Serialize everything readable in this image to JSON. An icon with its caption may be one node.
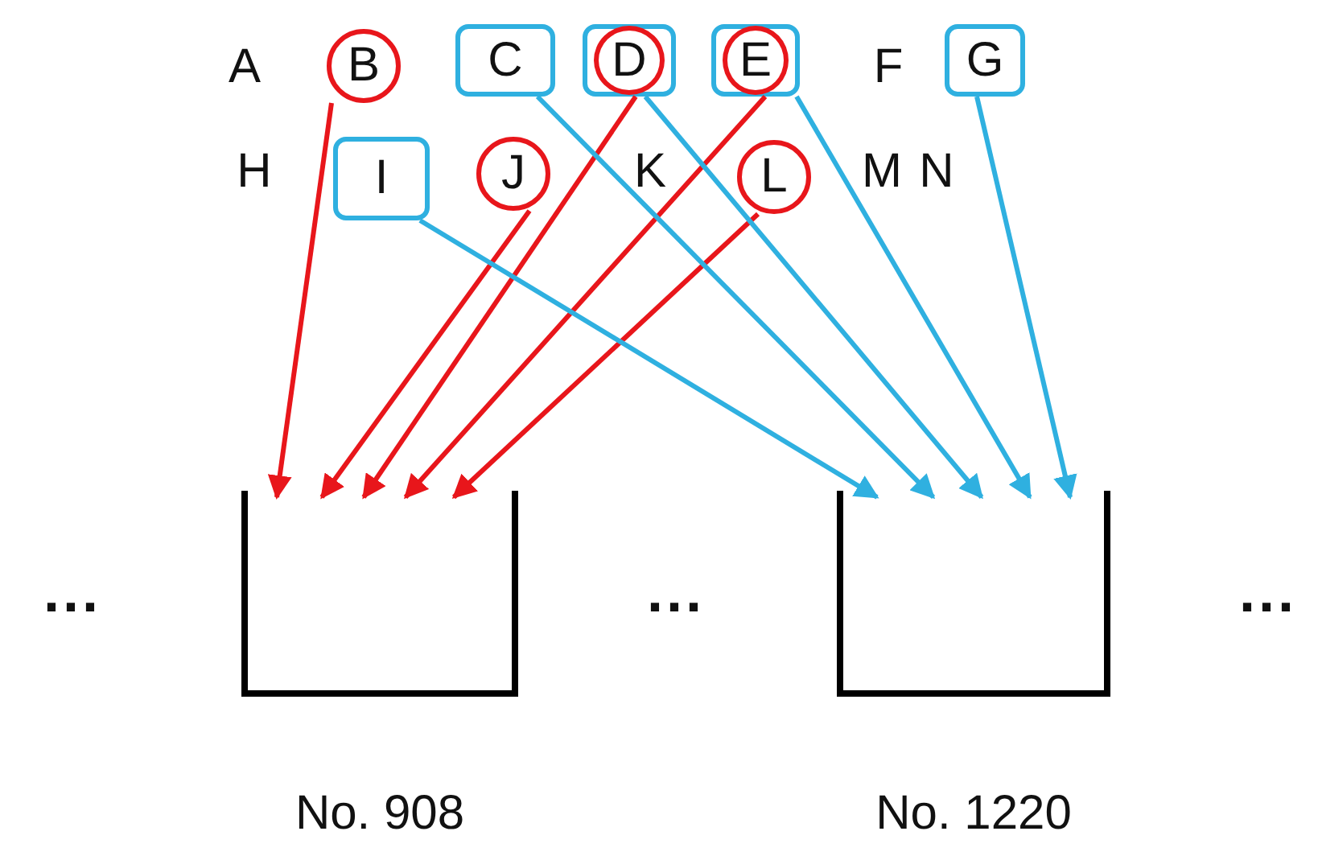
{
  "diagram": {
    "nodes": [
      {
        "text": [
          "B"
        ]
      },
      {
        "text": [
          "C"
        ]
      },
      {
        "text": [
          "D"
        ]
      },
      {
        "text": [
          "E"
        ]
      },
      {
        "text": [
          "G"
        ]
      },
      {
        "text": [
          "I"
        ]
      },
      {
        "text": [
          "J"
        ]
      },
      {
        "text": [
          "L"
        ]
      },
      {
        "text": [],
        "shape": "box",
        "beside": [
          "No. 908"
        ]
      },
      {
        "text": [],
        "shape": "box",
        "beside": [
          "No. 1220"
        ]
      }
    ],
    "edges": [
      {
        "from": 0,
        "to": 8,
        "arrow": "to",
        "color": "#e8161b"
      },
      {
        "from": 6,
        "to": 8,
        "arrow": "to",
        "color": "#e8161b"
      },
      {
        "from": 2,
        "to": 8,
        "arrow": "to",
        "color": "#e8161b"
      },
      {
        "from": 3,
        "to": 8,
        "arrow": "to",
        "color": "#e8161b"
      },
      {
        "from": 7,
        "to": 8,
        "arrow": "to",
        "color": "#e8161b"
      },
      {
        "from": 5,
        "to": 9,
        "arrow": "to",
        "color": "#2fb0e0"
      },
      {
        "from": 1,
        "to": 9,
        "arrow": "to",
        "color": "#2fb0e0"
      },
      {
        "from": 2,
        "to": 9,
        "arrow": "to",
        "color": "#2fb0e0"
      },
      {
        "from": 3,
        "to": 9,
        "arrow": "to",
        "color": "#2fb0e0"
      },
      {
        "from": 4,
        "to": 9,
        "arrow": "to",
        "color": "#2fb0e0"
      }
    ],
    "labels": [
      "A",
      "F",
      "H",
      "K",
      "M",
      "N",
      "...",
      "...",
      "..."
    ]
  }
}
